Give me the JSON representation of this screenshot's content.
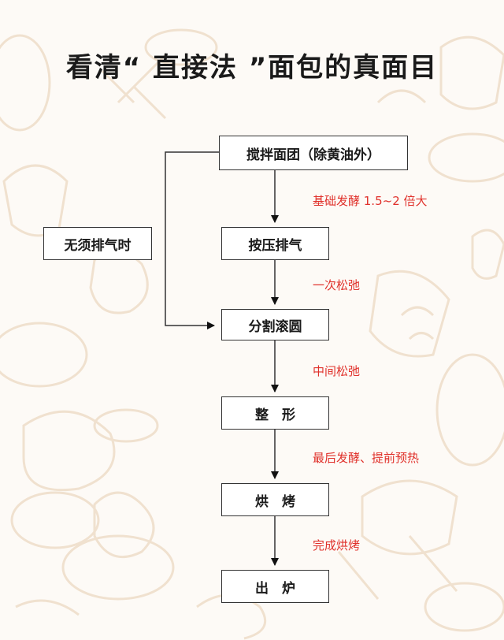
{
  "title": "看清“ 直接法 ”面包的真面目",
  "side_box": "无须排气时",
  "steps": [
    "搅拌面团（除黄油外）",
    "按压排气",
    "分割滚圆",
    "整　形",
    "烘　烤",
    "出　炉"
  ],
  "notes": [
    "基础发酵 1.5~2 倍大",
    "一次松弛",
    "中间松弛",
    "最后发酵、提前预热",
    "完成烘烤"
  ],
  "colors": {
    "note": "#e0312b",
    "background": "#fdfaf6",
    "pattern": "#f1e3d3"
  }
}
